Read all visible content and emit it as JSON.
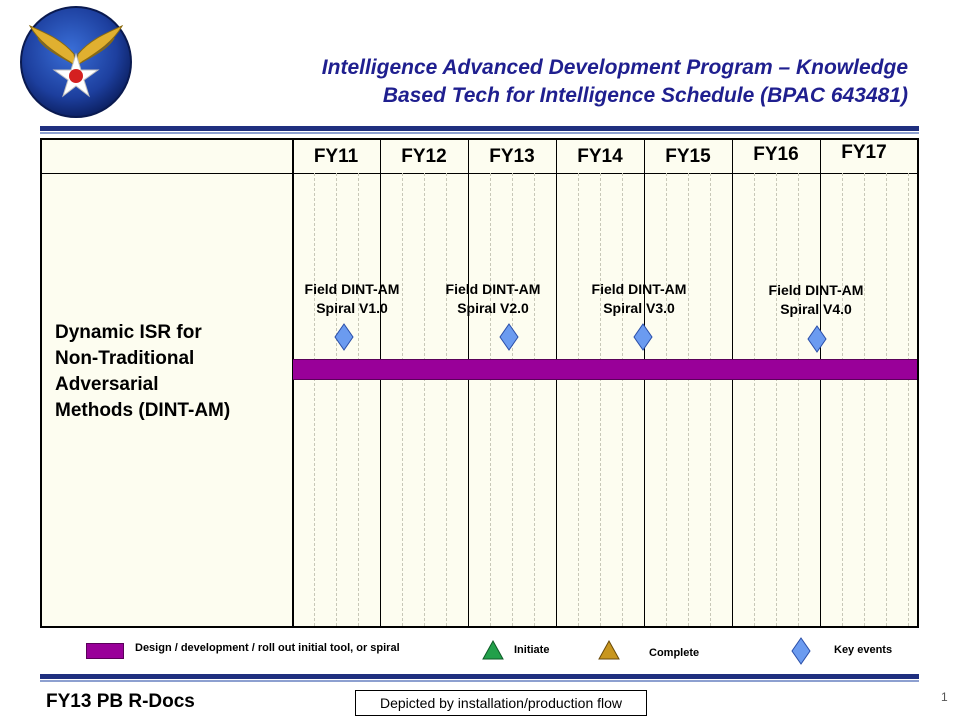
{
  "header": {
    "title_line1": "Intelligence  Advanced Development Program – Knowledge",
    "title_line2": "Based Tech for Intelligence Schedule (BPAC 643481)",
    "logo_icon": "air-force-wings-star-logo"
  },
  "schedule": {
    "years": [
      "FY11",
      "FY12",
      "FY13",
      "FY14",
      "FY15",
      "FY16",
      "FY17"
    ],
    "row_label": [
      "Dynamic ISR for",
      "Non-Traditional",
      "Adversarial",
      "Methods (DINT-AM)"
    ],
    "events": [
      {
        "line1": "Field DINT-AM",
        "line2": "Spiral V1.0"
      },
      {
        "line1": "Field DINT-AM",
        "line2": "Spiral V2.0"
      },
      {
        "line1": "Field DINT-AM",
        "line2": "Spiral V3.0"
      },
      {
        "line1": "Field DINT-AM",
        "line2": "Spiral V4.0"
      }
    ]
  },
  "legend": {
    "design": "Design / development  / roll out initial tool, or spiral",
    "initiate": "Initiate",
    "complete": "Complete",
    "key_events": "Key events"
  },
  "footer": {
    "left": "FY13 PB R-Docs",
    "center": "Depicted by installation/production flow",
    "page": "1"
  },
  "colors": {
    "title": "#1f1f8f",
    "bar": "#990099",
    "diamond": "#6b9bf0",
    "initiate": "#22a04a",
    "complete": "#c8961e",
    "rule": "#1f2f7f"
  }
}
